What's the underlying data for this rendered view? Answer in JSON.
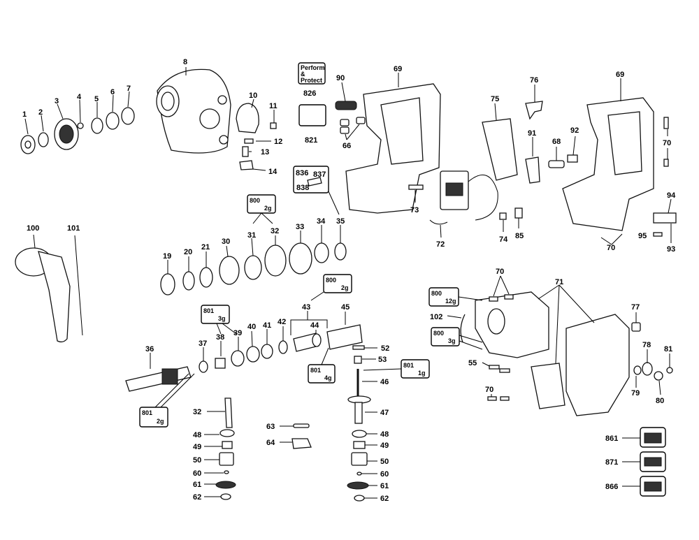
{
  "part_numbers": {
    "p1": "1",
    "p2": "2",
    "p3": "3",
    "p4": "4",
    "p5": "5",
    "p6": "6",
    "p7": "7",
    "p8": "8",
    "p10": "10",
    "p11": "11",
    "p12": "12",
    "p13": "13",
    "p14": "14",
    "p19": "19",
    "p20": "20",
    "p21": "21",
    "p30": "30",
    "p31": "31",
    "p32a": "32",
    "p33": "33",
    "p34": "34",
    "p35": "35",
    "p36": "36",
    "p37": "37",
    "p38": "38",
    "p39": "39",
    "p40": "40",
    "p41": "41",
    "p42": "42",
    "p43": "43",
    "p44": "44",
    "p45": "45",
    "p46": "46",
    "p47": "47",
    "p32b": "32",
    "p48a": "48",
    "p49a": "49",
    "p50a": "50",
    "p60a": "60",
    "p61a": "61",
    "p62a": "62",
    "p48b": "48",
    "p49b": "49",
    "p50b": "50",
    "p60b": "60",
    "p61b": "61",
    "p62b": "62",
    "p52": "52",
    "p53": "53",
    "p55": "55",
    "p63": "63",
    "p64": "64",
    "p66": "66",
    "p68": "68",
    "p69a": "69",
    "p69b": "69",
    "p70a": "70",
    "p70b": "70",
    "p70c": "70",
    "p70d": "70",
    "p71": "71",
    "p72": "72",
    "p73": "73",
    "p74": "74",
    "p75": "75",
    "p76": "76",
    "p77": "77",
    "p78": "78",
    "p79": "79",
    "p80": "80",
    "p81": "81",
    "p85": "85",
    "p90": "90",
    "p91": "91",
    "p92": "92",
    "p93": "93",
    "p94": "94",
    "p95": "95",
    "p100": "100",
    "p101": "101",
    "p102": "102",
    "p821": "821",
    "p826": "826",
    "p836": "836",
    "p837": "837",
    "p838": "838",
    "p861": "861",
    "p866": "866",
    "p871": "871"
  },
  "perform_protect": {
    "line1": "Perform",
    "line2": "&",
    "line3": "Protect"
  },
  "grease_callouts": {
    "c1": {
      "code": "800",
      "qty": "2g"
    },
    "c2": {
      "code": "800",
      "qty": "2g"
    },
    "c3": {
      "code": "801",
      "qty": "3g"
    },
    "c4": {
      "code": "801",
      "qty": "4g"
    },
    "c5": {
      "code": "801",
      "qty": "1g"
    },
    "c6": {
      "code": "801",
      "qty": "2g"
    },
    "c7": {
      "code": "800",
      "qty": "12g"
    },
    "c8": {
      "code": "800",
      "qty": "3g"
    }
  }
}
